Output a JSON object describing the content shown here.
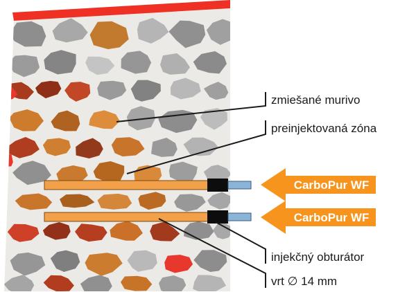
{
  "diagram": {
    "title_hint": "masonry injection diagram",
    "labels": {
      "mixed_masonry": "zmiešané murivo",
      "preinjected_zone": "preinjektovaná zóna",
      "injection_packer": "injekčný obturátor",
      "borehole": "vrt ∅ 14 mm"
    },
    "arrows": [
      {
        "label": "CarboPur WF"
      },
      {
        "label": "CarboPur WF"
      }
    ],
    "colors": {
      "arrow_orange": "#F7941D",
      "tube_orange": "#F2A04A",
      "packer_black": "#0D0D0D",
      "tube_blue": "#8AB4D8",
      "roof_red": "#EE3124",
      "mortar": "#ECEAE6",
      "label_text": "#1A1A1A"
    }
  }
}
